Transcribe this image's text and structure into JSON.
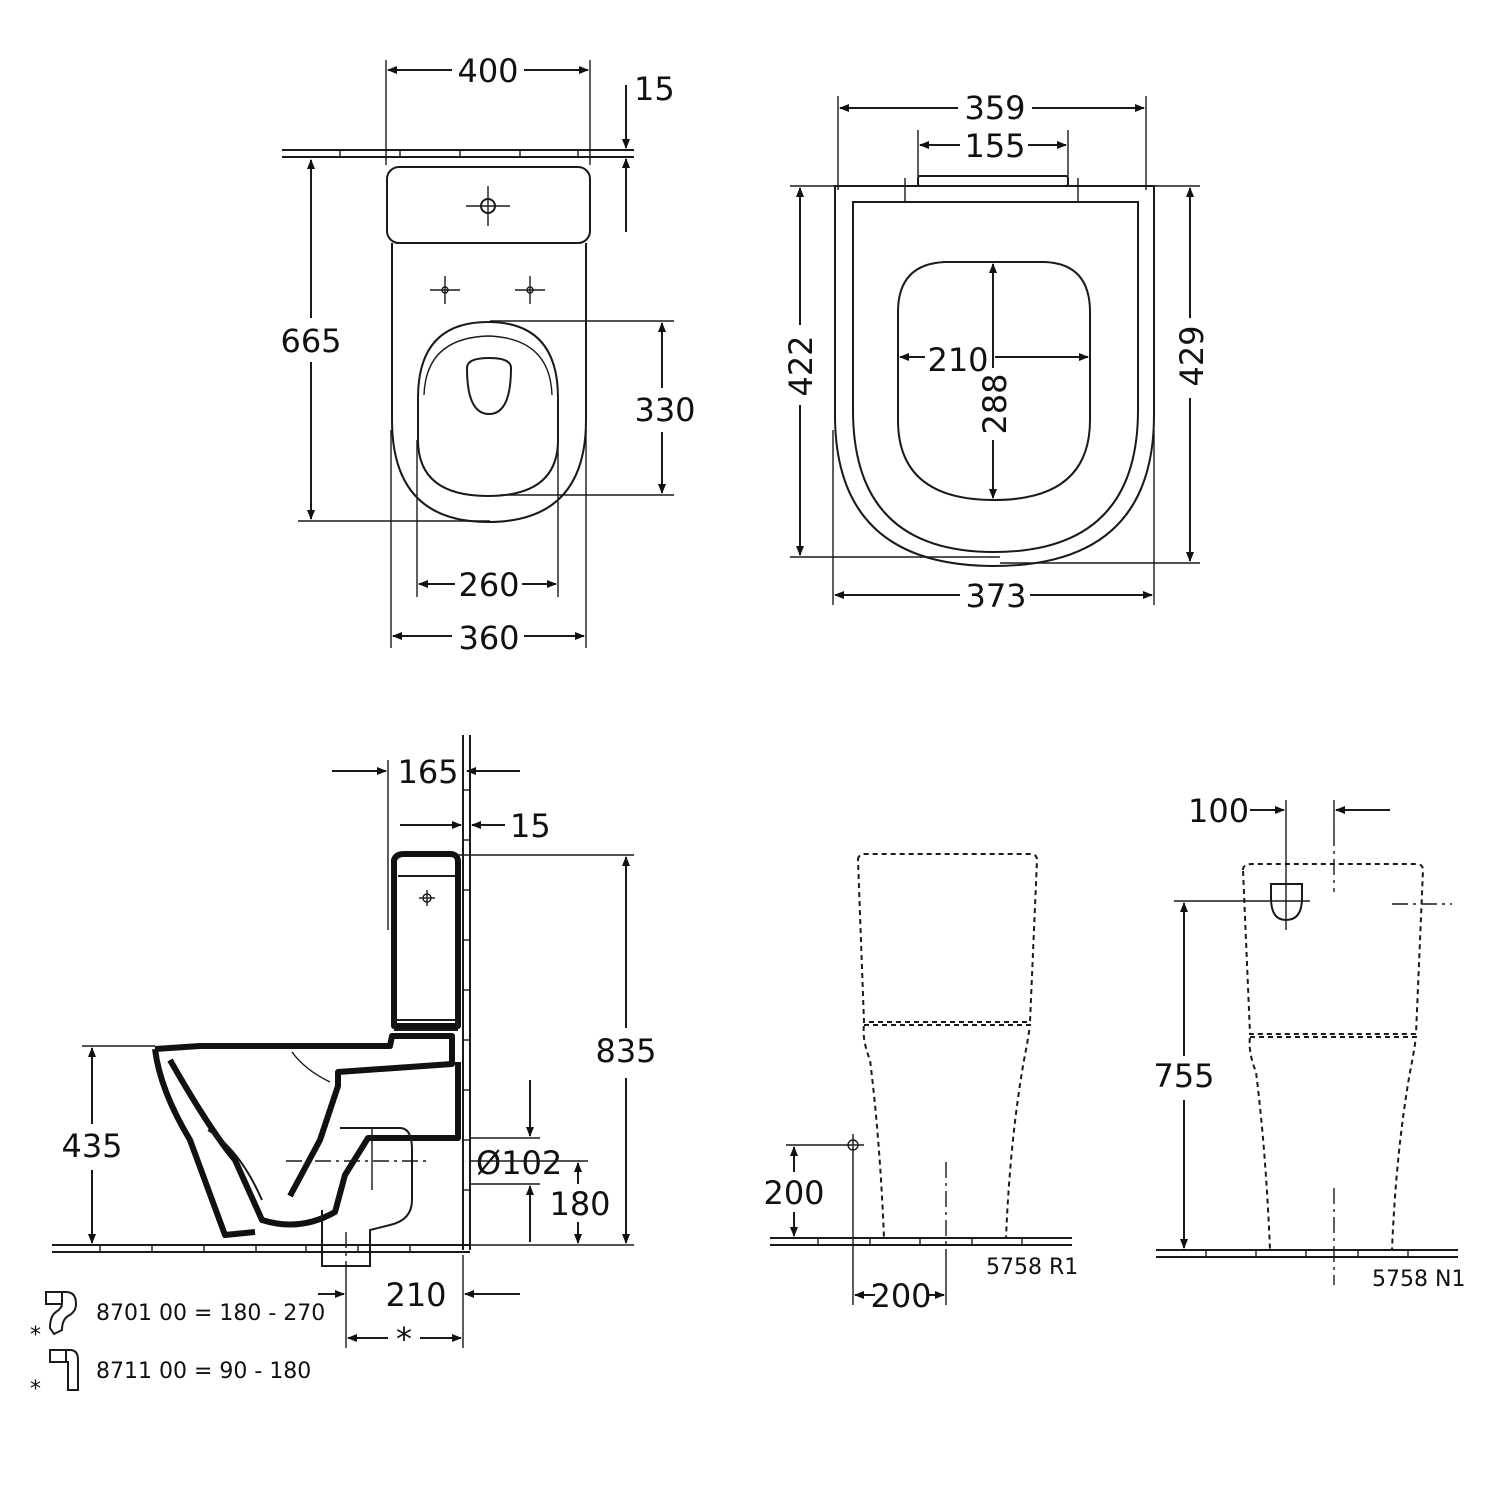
{
  "top_view": {
    "width_400": "400",
    "wall_15": "15",
    "depth_665": "665",
    "seat_330": "330",
    "inner_260": "260",
    "outer_360": "360"
  },
  "seat_view": {
    "width_359": "359",
    "hinge_155": "155",
    "len_422": "422",
    "len_429": "429",
    "opening_210": "210",
    "opening_288": "288",
    "width_373": "373"
  },
  "side_view": {
    "dim_165": "165",
    "dim_15": "15",
    "height_835": "835",
    "height_435": "435",
    "pipe_102": "Ø102",
    "outlet_180": "180",
    "dist_210": "210",
    "star": "*"
  },
  "notes": [
    {
      "star": "*",
      "text": "8701 00 = 180 - 270"
    },
    {
      "star": "*",
      "text": "8711 00 =  90 - 180"
    }
  ],
  "variant_r1": {
    "dim_200_v": "200",
    "dim_200_h": "200",
    "code": "5758 R1"
  },
  "variant_n1": {
    "dim_100": "100",
    "dim_755": "755",
    "code": "5758 N1"
  }
}
